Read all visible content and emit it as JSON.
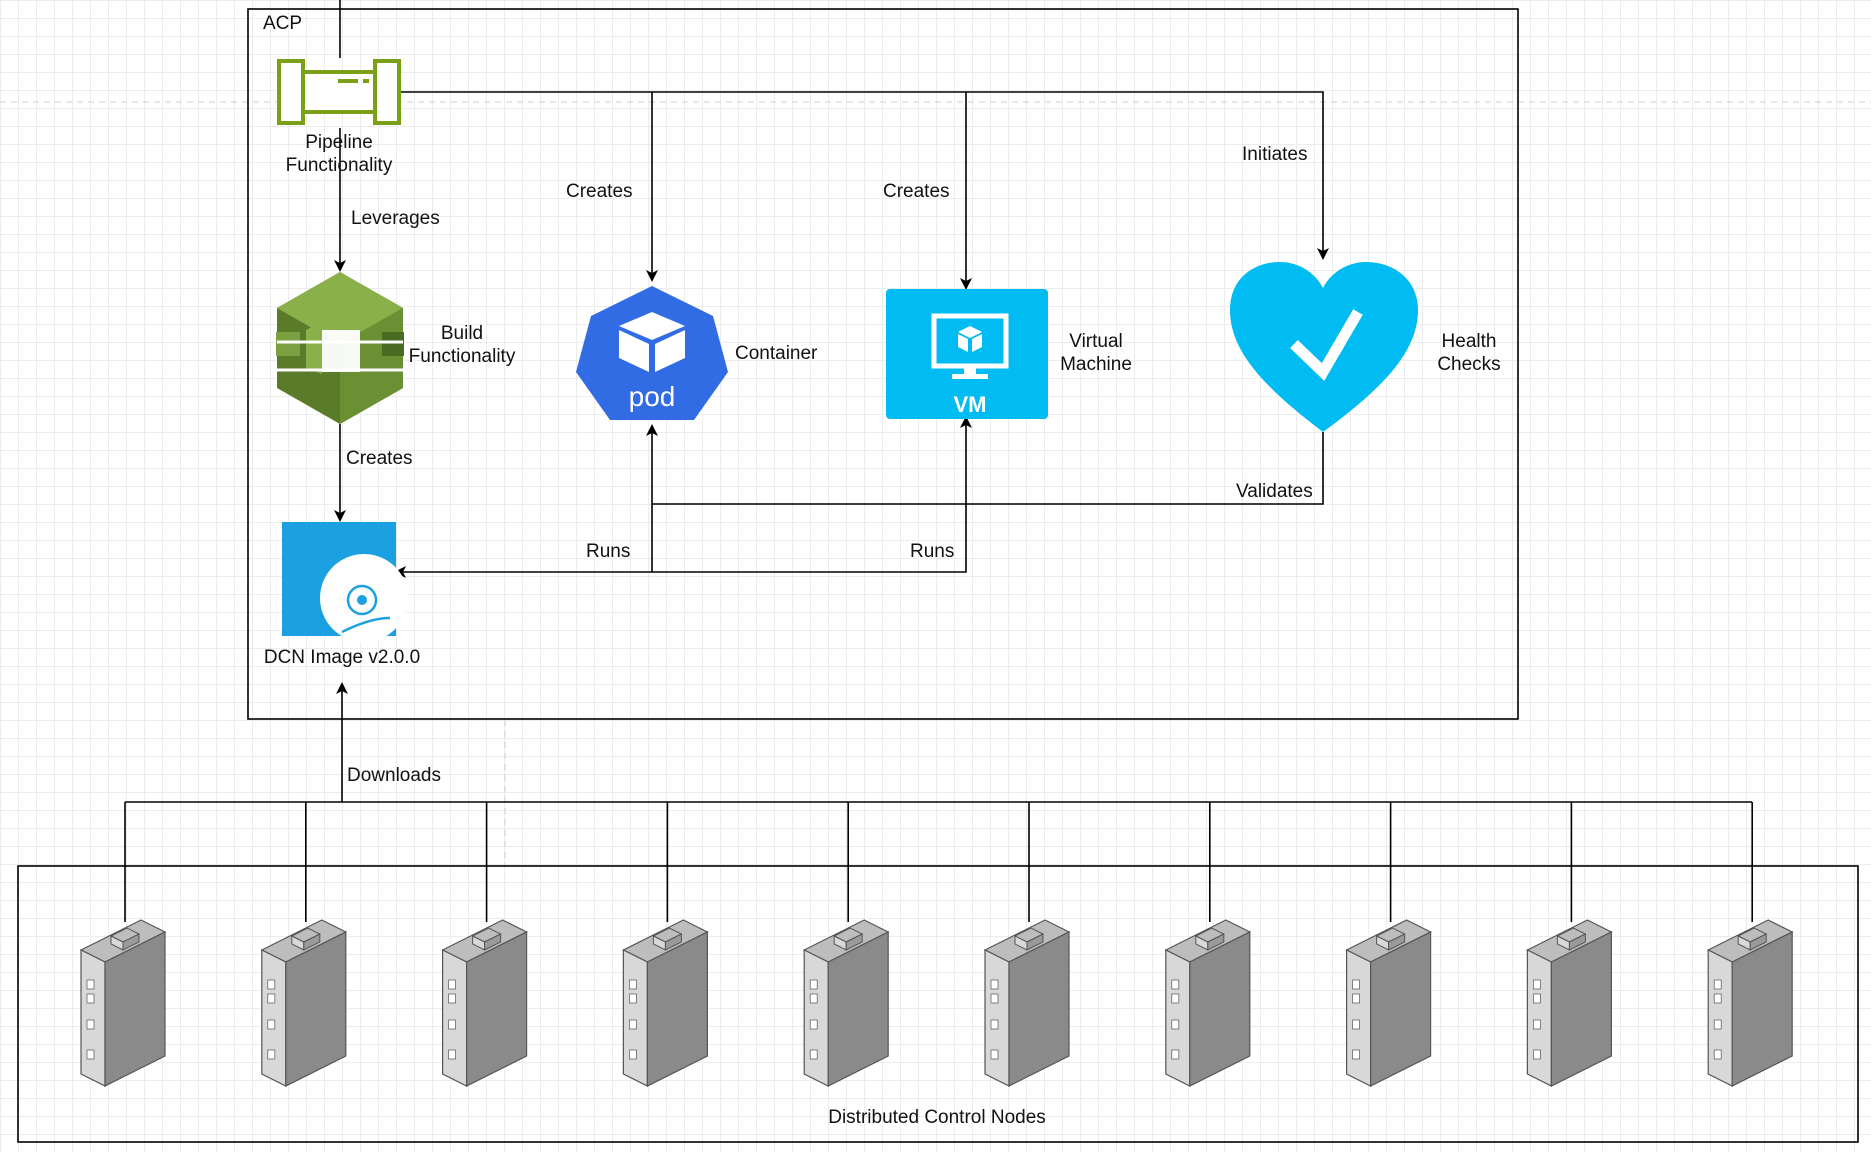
{
  "acp": {
    "title": "ACP"
  },
  "nodes": {
    "pipeline": {
      "label_lines": [
        "Pipeline",
        "Functionality"
      ],
      "icon": "pipeline-icon"
    },
    "build": {
      "label_lines": [
        "Build",
        "Functionality"
      ],
      "icon": "build-cube-icon"
    },
    "image": {
      "label": "DCN Image v2.0.0",
      "icon": "disk-image-icon"
    },
    "container": {
      "label": "Container",
      "icon_text": "pod",
      "icon": "kubernetes-pod-icon"
    },
    "vm": {
      "label_lines": [
        "Virtual",
        "Machine"
      ],
      "icon_text": "VM",
      "icon": "virtual-machine-icon"
    },
    "health": {
      "label_lines": [
        "Health",
        "Checks"
      ],
      "icon": "heart-check-icon"
    },
    "dcn_group": {
      "label": "Distributed Control Nodes"
    }
  },
  "edges": {
    "leverages": "Leverages",
    "creates_image": "Creates",
    "creates_container": "Creates",
    "creates_vm": "Creates",
    "initiates": "Initiates",
    "validates": "Validates",
    "runs_container": "Runs",
    "runs_vm": "Runs",
    "downloads": "Downloads"
  },
  "control_nodes": {
    "count": 10,
    "icon": "server-node-icon"
  },
  "colors": {
    "pipeline_green": "#7aa116",
    "build_green_dark": "#5a7c2a",
    "build_green_light": "#8ab04a",
    "k8s_blue": "#326ce5",
    "azure_blue": "#00bcf2",
    "server_gray": "#8a8a8a"
  }
}
